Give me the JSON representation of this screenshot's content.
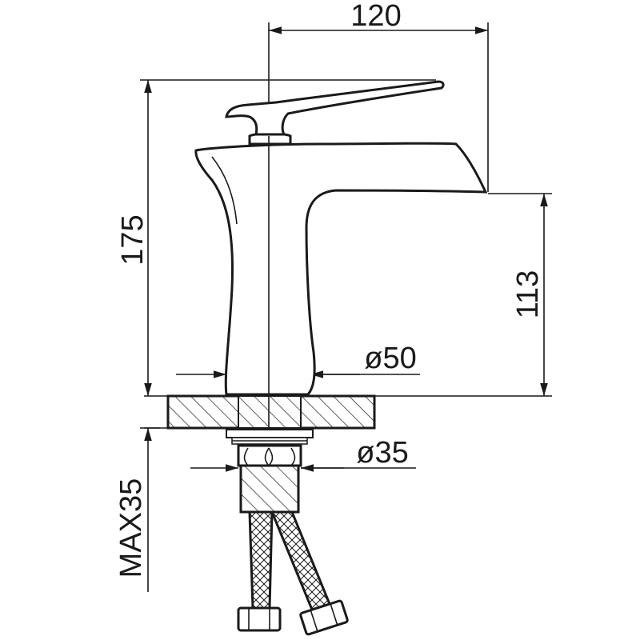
{
  "dimensions": {
    "spout_reach": "120",
    "overall_height": "175",
    "spout_height": "113",
    "base_diameter": "ø50",
    "shank_diameter": "ø35",
    "max_deck_thickness": "MAX35"
  },
  "colors": {
    "line": "#1a1a1a",
    "background": "#ffffff"
  }
}
